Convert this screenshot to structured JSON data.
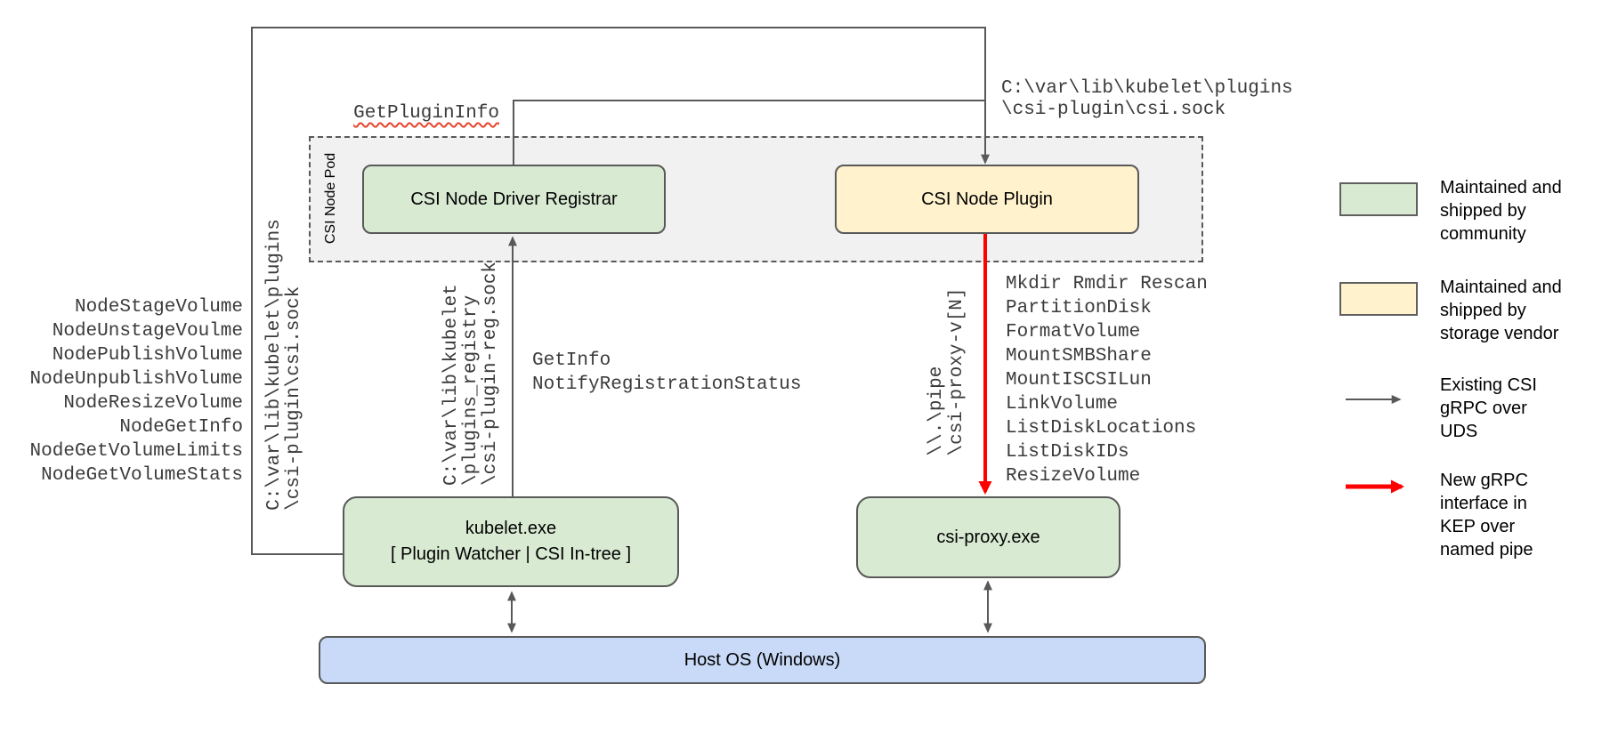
{
  "boxes": {
    "pod_label": "CSI Node Pod",
    "registrar": "CSI Node Driver Registrar",
    "plugin": "CSI Node Plugin",
    "kubelet_line1": "kubelet.exe",
    "kubelet_line2": "[ Plugin Watcher | CSI In-tree ]",
    "csi_proxy": "csi-proxy.exe",
    "host_os": "Host OS (Windows)"
  },
  "rpc": {
    "get_plugin_info": "GetPluginInfo",
    "registration_calls": [
      "GetInfo",
      "NotifyRegistrationStatus"
    ],
    "node_service_calls": [
      "NodeStageVolume",
      "NodeUnstageVoulme",
      "NodePublishVolume",
      "NodeUnpublishVolume",
      "NodeResizeVolume",
      "NodeGetInfo",
      "NodeGetVolumeLimits",
      "NodeGetVolumeStats"
    ],
    "proxy_calls": [
      "Mkdir Rmdir Rescan",
      "PartitionDisk",
      "FormatVolume",
      "MountSMBShare",
      "MountISCSILun",
      "LinkVolume",
      "ListDiskLocations",
      "ListDiskIDs",
      "ResizeVolume"
    ]
  },
  "endpoints": {
    "csi_sock": [
      "C:\\var\\lib\\kubelet\\plugins",
      "\\csi-plugin\\csi.sock"
    ],
    "registry_sock": [
      "C:\\var\\lib\\kubelet",
      "\\plugins_registry",
      "\\csi-plugin-reg.sock"
    ],
    "named_pipe": [
      "\\\\.\\pipe",
      "\\csi-proxy-v[N]"
    ]
  },
  "legend": {
    "community_label": "Maintained and shipped by community",
    "vendor_label": "Maintained and shipped by storage vendor",
    "uds_label": "Existing CSI gRPC over UDS",
    "pipe_label": "New gRPC interface in KEP over named pipe"
  },
  "colors": {
    "community_green": "#d9ead3",
    "vendor_yellow": "#fff2cc",
    "host_blue": "#c9daf8",
    "pod_fill": "#f1f1f1",
    "line_gray": "#595959",
    "new_rpc_red": "#ff0000",
    "squiggle_red": "#e8442d"
  }
}
